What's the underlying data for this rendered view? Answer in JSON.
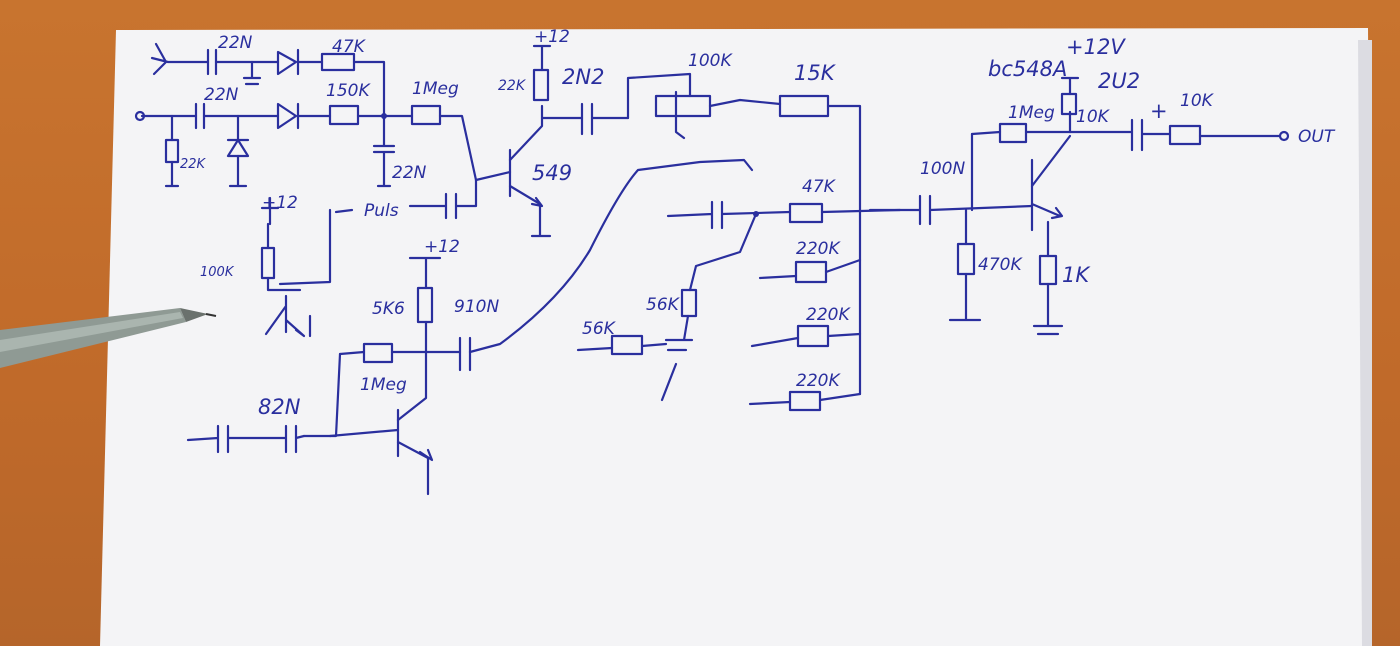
{
  "labels": {
    "c_in1": "22N",
    "c_in2": "22N",
    "r_47k_top": "47K",
    "r_150k": "150K",
    "r_22k_in": "22K",
    "r_1meg_a": "1Meg",
    "c_22n_mid": "22N",
    "puls": "Puls",
    "supply_x12": "+12",
    "r_22k_b": "22K",
    "c_2n2": "2N2",
    "q_549": "549",
    "pot_100k": "100K",
    "r_15k": "15K",
    "plus12_a": "+12",
    "r_100k_side": "100K",
    "plus12_b": "+12",
    "r_5k6": "5K6",
    "c_910n": "910N",
    "r_1meg_b": "1Meg",
    "c_82n": "82N",
    "r_56k_a": "56K",
    "r_56k_b": "56K",
    "r_47k_mix": "47K",
    "r_220k_1": "220K",
    "r_220k_2": "220K",
    "r_220k_3": "220K",
    "c_100n": "100N",
    "q_bc548": "bc548A",
    "plus12v": "+12V",
    "c_2u2": "2U2",
    "r_1meg_c": "1Meg",
    "r_10k_a": "10K",
    "cap_plus": "+",
    "r_10k_out": "10K",
    "out": "OUT",
    "r_470k": "470K",
    "r_1k": "1K"
  }
}
